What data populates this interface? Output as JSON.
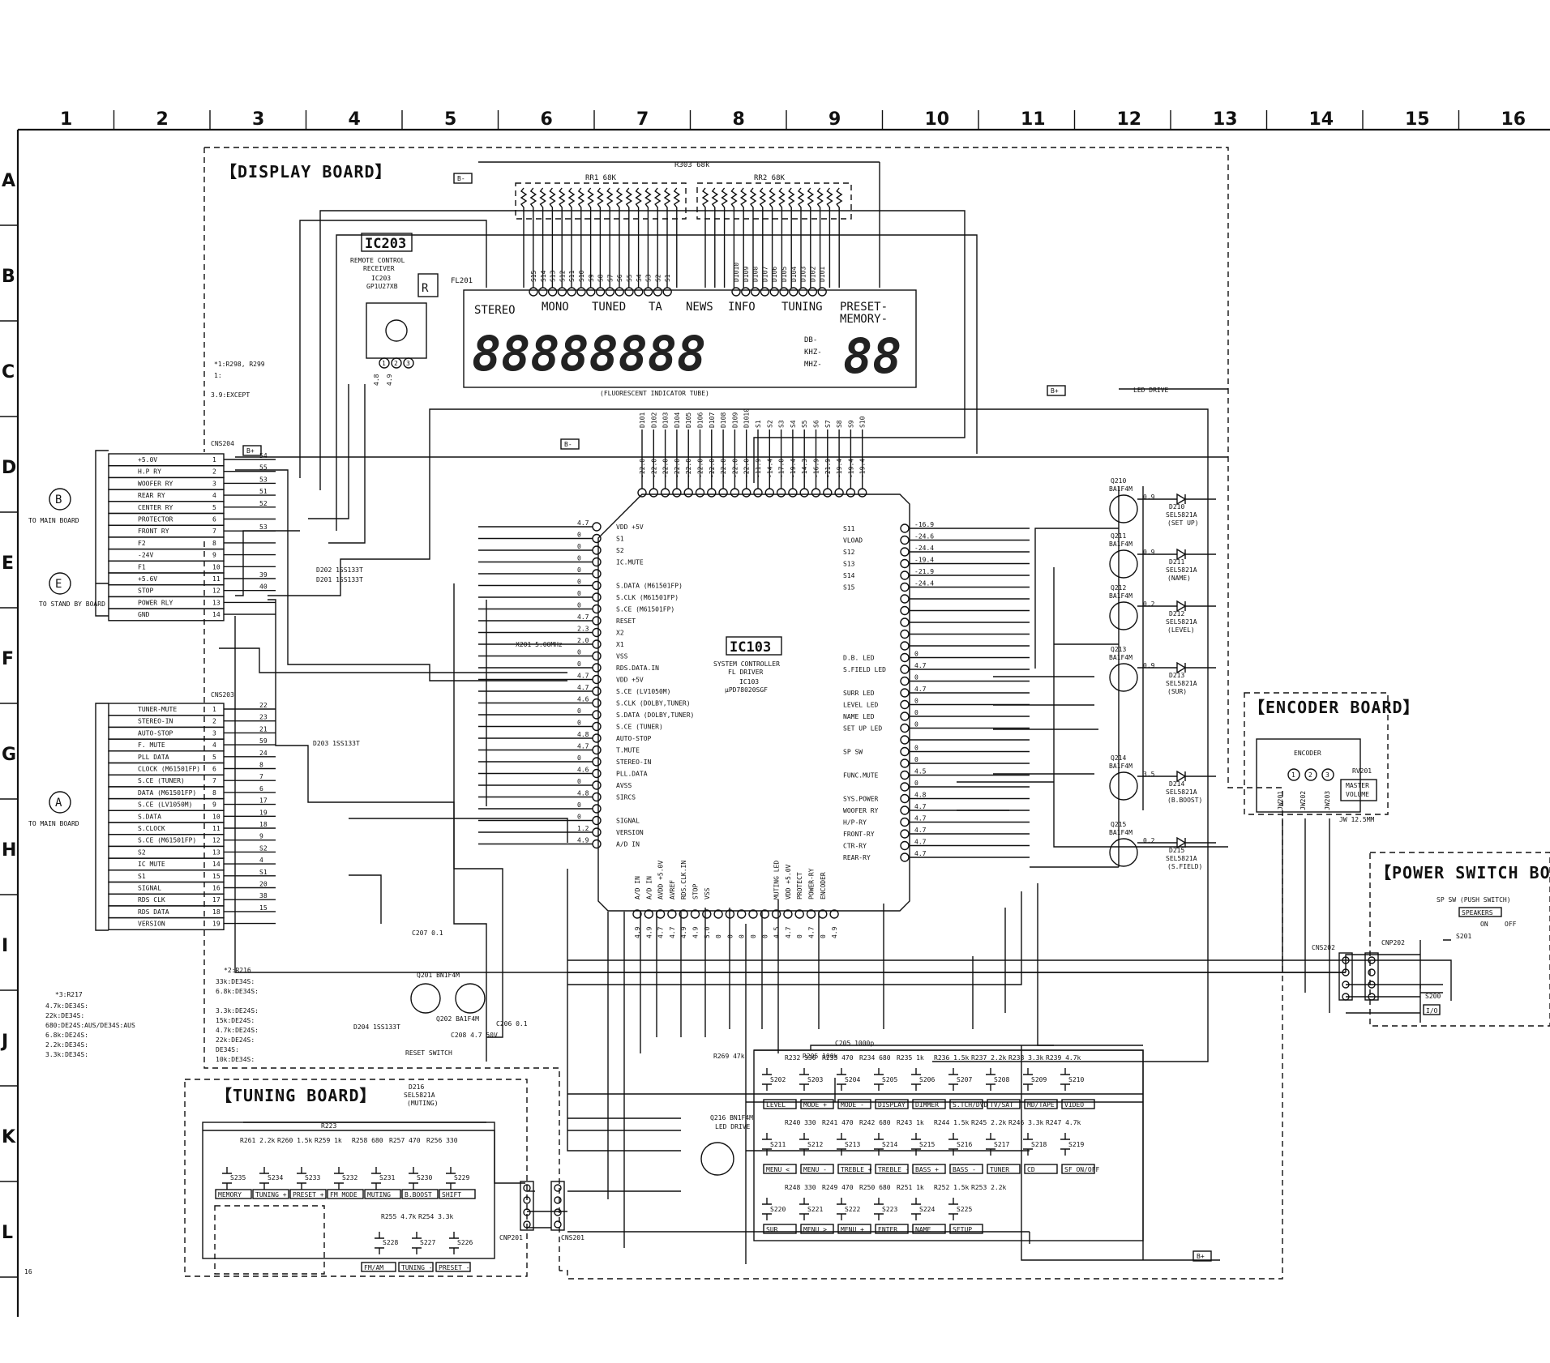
{
  "ruler": {
    "columns": [
      "1",
      "2",
      "3",
      "4",
      "5",
      "6",
      "7",
      "8",
      "9",
      "10",
      "11",
      "12",
      "13",
      "14",
      "15",
      "16"
    ],
    "rows": [
      "A",
      "B",
      "C",
      "D",
      "E",
      "F",
      "G",
      "H",
      "I",
      "J",
      "K",
      "L"
    ]
  },
  "boards": {
    "display": "【DISPLAY BOARD】",
    "tuning": "【TUNING BOARD】",
    "encoder": "【ENCODER BOARD】",
    "power": "【POWER SWITCH BOARD】"
  },
  "ic203": {
    "name": "IC203",
    "desc1": "REMOTE CONTROL",
    "desc2": "RECEIVER",
    "part_ref": "IC203",
    "part": "GP1U27XB",
    "pins": [
      "1",
      "2",
      "3"
    ],
    "volts": [
      "4.8",
      "4.9"
    ]
  },
  "ic103": {
    "name": "IC103",
    "desc1": "SYSTEM CONTROLLER",
    "desc2": "FL DRIVER",
    "part_ref": "IC103",
    "part": "μPD78020SGF"
  },
  "fl_tube": {
    "ref": "FL201",
    "caption": "(FLUORESCENT INDICATOR TUBE)",
    "labels": [
      "STEREO",
      "MONO",
      "TUNED",
      "TA",
      "NEWS",
      "INFO",
      "TUNING",
      "PRESET-",
      "MEMORY-"
    ],
    "units": [
      "DB-",
      "KHZ-",
      "MHZ-"
    ],
    "digits": "88888888",
    "digits2": "88",
    "grid_pins": [
      "S15",
      "S14",
      "S13",
      "S12",
      "S11",
      "S10",
      "S9",
      "S8",
      "S7",
      "S6",
      "S5",
      "S4",
      "S3",
      "S2",
      "S1"
    ],
    "dig_pins": [
      "D1010",
      "D109",
      "D108",
      "D107",
      "D106",
      "D105",
      "D104",
      "D103",
      "D102",
      "D101"
    ]
  },
  "resistor_arrays": {
    "rr1": "RR1 68K",
    "rr2": "RR2 68K",
    "r303": "R303 68k"
  },
  "notes": {
    "note1_title": "*1:R298, R299",
    "note1_a": "1:",
    "note1_b": "3.9:EXCEPT",
    "note2_title": "*2:R216",
    "note2_lines": [
      "33k:DE34S:",
      "6.8k:DE34S:",
      "",
      "3.3k:DE24S:",
      "15k:DE24S:",
      "4.7k:DE24S:",
      "22k:DE24S:",
      "DE34S:",
      "10k:DE34S:"
    ],
    "note3_title": "*3:R217",
    "note3_lines": [
      "4.7k:DE34S:",
      "22k:DE34S:",
      "680:DE24S:AUS/DE34S:AUS",
      "6.8k:DE24S:",
      "2.2k:DE34S:",
      "3.3k:DE34S:"
    ]
  },
  "cns204": {
    "ref": "CNS204",
    "to_b": "TO MAIN BOARD",
    "to_e": "TO STAND BY BOARD",
    "mark_b": "B",
    "mark_e": "E",
    "pins": [
      "+5.0V",
      "H.P RY",
      "WOOFER RY",
      "REAR RY",
      "CENTER RY",
      "PROTECTOR",
      "FRONT RY",
      "F2",
      "-24V",
      "F1",
      "+5.6V",
      "STOP",
      "POWER RLY",
      "GND"
    ],
    "nums": [
      "1",
      "2",
      "3",
      "4",
      "5",
      "6",
      "7",
      "8",
      "9",
      "10",
      "11",
      "12",
      "13",
      "14"
    ],
    "wires": [
      "54",
      "55",
      "53",
      "51",
      "52",
      "",
      "53",
      "",
      "",
      "",
      "39",
      "40",
      "",
      ""
    ]
  },
  "cns203": {
    "ref": "CNS203",
    "to_a": "TO MAIN BOARD",
    "mark_a": "A",
    "pins": [
      "TUNER-MUTE",
      "STEREO-IN",
      "AUTO-STOP",
      "F. MUTE",
      "PLL DATA",
      "CLOCK (M61501FP)",
      "S.CE (TUNER)",
      "DATA (M61501FP)",
      "S.CE (LV1050M)",
      "S.DATA",
      "S.CLOCK",
      "S.CE (M61501FP)",
      "S2",
      "IC MUTE",
      "S1",
      "SIGNAL",
      "RDS CLK",
      "RDS DATA",
      "VERSION"
    ],
    "nums": [
      "1",
      "2",
      "3",
      "4",
      "5",
      "6",
      "7",
      "8",
      "9",
      "10",
      "11",
      "12",
      "13",
      "14",
      "15",
      "16",
      "17",
      "18",
      "19"
    ],
    "wires": [
      "22",
      "23",
      "21",
      "59",
      "24",
      "8",
      "7",
      "6",
      "17",
      "19",
      "18",
      "9",
      "S2",
      "4",
      "S1",
      "20",
      "38",
      "15",
      ""
    ]
  },
  "ic103_left": {
    "labels": [
      "VDD +5V",
      "S1",
      "S2",
      "IC.MUTE",
      "",
      "S.DATA (M61501FP)",
      "S.CLK (M61501FP)",
      "S.CE (M61501FP)",
      "RESET",
      "X2",
      "X1",
      "VSS",
      "RDS.DATA.IN",
      "VDD +5V",
      "S.CE (LV1050M)",
      "S.CLK (DOLBY,TUNER)",
      "S.DATA (DOLBY,TUNER)",
      "S.CE (TUNER)",
      "AUTO-STOP",
      "T.MUTE",
      "STEREO-IN",
      "PLL.DATA",
      "AVSS",
      "SIRCS",
      "",
      "SIGNAL",
      "VERSION",
      "A/D IN"
    ],
    "volts": [
      "4.7",
      "0",
      "0",
      "0",
      "0",
      "0",
      "0",
      "0",
      "4.7",
      "2.3",
      "2.0",
      "0",
      "0",
      "4.7",
      "4.7",
      "4.6",
      "0",
      "0",
      "4.8",
      "4.7",
      "0",
      "4.6",
      "0",
      "4.8",
      "0",
      "0",
      "1.2",
      "4.9"
    ]
  },
  "ic103_right": {
    "labels": [
      "S11",
      "VLOAD",
      "S12",
      "S13",
      "S14",
      "S15",
      "",
      "",
      "",
      "",
      "",
      "D.B. LED",
      "S.FIELD LED",
      "",
      "SURR LED",
      "LEVEL LED",
      "NAME LED",
      "SET UP LED",
      "",
      "SP SW",
      "",
      "FUNC.MUTE",
      "",
      "SYS.POWER",
      "WOOFER RY",
      "H/P-RY",
      "FRONT-RY",
      "CTR-RY",
      "REAR-RY"
    ],
    "volts": [
      "-16.9",
      "-24.6",
      "-24.4",
      "-19.4",
      "-21.9",
      "-24.4",
      "",
      "",
      "",
      "",
      "",
      "0",
      "4.7",
      "0",
      "4.7",
      "0",
      "0",
      "0",
      "",
      "0",
      "0",
      "4.5",
      "0",
      "4.8",
      "4.7",
      "4.7",
      "4.7",
      "4.7",
      "4.7"
    ]
  },
  "ic103_top": {
    "labels": [
      "D101",
      "D102",
      "D103",
      "D104",
      "D105",
      "D106",
      "D107",
      "D108",
      "D109",
      "D1010",
      "S1",
      "S2",
      "S3",
      "S4",
      "S5",
      "S6",
      "S7",
      "S8",
      "S9",
      "S10"
    ],
    "volts": [
      "-22.0",
      "-22.0",
      "-22.0",
      "-22.0",
      "-22.0",
      "-22.0",
      "-22.0",
      "-22.0",
      "-22.0",
      "-22.0",
      "-11.9",
      "-14.4",
      "-17.0",
      "-19.4",
      "-14.3",
      "-16.9",
      "-21.9",
      "-19.4",
      "-19.4",
      "-19.4"
    ]
  },
  "ic103_bottom": {
    "labels": [
      "A/D IN",
      "A/D IN",
      "AVDD +5.0V",
      "AVREF",
      "RDS.CLK.IN",
      "STOP",
      "VSS",
      "",
      "",
      "",
      "",
      "",
      "MUTING LED",
      "VDD +5.0V",
      "PROTECT",
      "POWER-RY",
      "ENCODER",
      ""
    ],
    "volts": [
      "4.9",
      "4.9",
      "4.7",
      "4.7",
      "4.9",
      "4.9",
      "5.0",
      "0",
      "0",
      "0",
      "0",
      "0",
      "4.5",
      "4.7",
      "0",
      "4.7",
      "0",
      "4.9"
    ]
  },
  "leds": [
    {
      "q": "Q210",
      "qt": "BA1F4M",
      "d": "D210",
      "dt": "SEL5821A",
      "fn": "(SET UP)",
      "v": "0.9"
    },
    {
      "q": "Q211",
      "qt": "BA1F4M",
      "d": "D211",
      "dt": "SEL5821A",
      "fn": "(NAME)",
      "v": "0.9"
    },
    {
      "q": "Q212",
      "qt": "BA1F4M",
      "d": "D212",
      "dt": "SEL5821A",
      "fn": "(LEVEL)",
      "v": "0.2"
    },
    {
      "q": "Q213",
      "qt": "BA1F4M",
      "d": "D213",
      "dt": "SEL5821A",
      "fn": "(SUR)",
      "v": "0.9"
    },
    {
      "q": "Q214",
      "qt": "BA1F4M",
      "d": "D214",
      "dt": "SEL5821A",
      "fn": "(B.BOOST)",
      "v": "3.5"
    },
    {
      "q": "Q215",
      "qt": "BA1F4M",
      "d": "D215",
      "dt": "SEL5821A",
      "fn": "(S.FIELD)",
      "v": "0.2"
    }
  ],
  "encoder": {
    "label": "ENCODER",
    "rv": "RV201",
    "master1": "MASTER",
    "master2": "VOLUME",
    "jw": [
      "JW201",
      "JW202",
      "JW203"
    ],
    "jw_note": "JW 12.5MM",
    "pins": [
      "1",
      "2",
      "3"
    ]
  },
  "power_switch": {
    "sp": "SP SW (PUSH SWITCH)",
    "speakers": "SPEAKERS",
    "on": "ON",
    "off": "OFF",
    "s201": "S201",
    "s200": "S200",
    "pw": "I/O",
    "cnp": "CNP202",
    "cns": "CNS202"
  },
  "switches": {
    "row1": [
      "S202",
      "S203",
      "S204",
      "S205",
      "S206",
      "S207",
      "S208",
      "S209",
      "S210"
    ],
    "row1_lbl": [
      "LEVEL",
      "MODE +",
      "MODE -",
      "DISPLAY",
      "DIMMER",
      "S.TCH/DVD",
      "TV/SAT",
      "MD/TAPE",
      "VIDEO"
    ],
    "row1_r": [
      "R232 330",
      "R233 470",
      "R234 680",
      "R235 1k",
      "R236 1.5k",
      "R237 2.2k",
      "R238 3.3k",
      "R239 4.7k"
    ],
    "row2": [
      "S211",
      "S212",
      "S213",
      "S214",
      "S215",
      "S216",
      "S217",
      "S218",
      "S219"
    ],
    "row2_lbl": [
      "MENU <",
      "MENU -",
      "TREBLE +",
      "TREBLE -",
      "BASS +",
      "BASS -",
      "TUNER",
      "CD",
      "SF ON/OFF"
    ],
    "row2_r": [
      "R240 330",
      "R241 470",
      "R242 680",
      "R243 1k",
      "R244 1.5k",
      "R245 2.2k",
      "R246 3.3k",
      "R247 4.7k"
    ],
    "row3": [
      "S220",
      "S221",
      "S222",
      "S223",
      "S224",
      "S225"
    ],
    "row3_lbl": [
      "SUR",
      "MENU >",
      "MENU +",
      "ENTER",
      "NAME",
      "SETUP"
    ],
    "row3_r": [
      "R248 330",
      "R249 470",
      "R250 680",
      "R251 1k",
      "R252 1.5k",
      "R253 2.2k"
    ]
  },
  "tuning_sw": {
    "row1": [
      "S235",
      "S234",
      "S233",
      "S232",
      "S231",
      "S230",
      "S229"
    ],
    "row1_lbl": [
      "MEMORY",
      "TUNING +",
      "PRESET +",
      "FM MODE",
      "MUTING",
      "B.BOOST",
      "SHIFT"
    ],
    "row1_r": [
      "R261 2.2k",
      "R260 1.5k",
      "R259 1k",
      "R258 680",
      "R257 470",
      "R256 330"
    ],
    "row2": [
      "S228",
      "S227",
      "S226"
    ],
    "row2_lbl": [
      "FM/AM",
      "TUNING -",
      "PRESET -"
    ],
    "row2_r": [
      "R255 4.7k",
      "R254 3.3k"
    ],
    "d216": "D216",
    "d216t": "SEL5821A",
    "d216f": "(MUTING)",
    "r223": "R223",
    "cnp201": "CNP201",
    "cns201": "CNS201"
  },
  "misc": {
    "leddrive": "LED DRIVE",
    "reset_sw": "RESET SWITCH",
    "q201": "Q201 BN1F4M",
    "q202": "Q202 BA1F4M",
    "d204": "D204 1SS133T",
    "q216": "Q216 BN1F4M",
    "q216t": "LED DRIVE",
    "d201": "D201 1SS133T",
    "d202": "D202 1SS133T",
    "d203": "D203 1SS133T",
    "x201": "X201 5.00MHz",
    "c205": "C205 1000p",
    "r269": "R269 47k",
    "r205": "R205 100k",
    "c207": "C207 0.1",
    "c206": "C206 0.1",
    "c208": "C208 4.7 50V",
    "page": "16",
    "bplus": "B+",
    "bminus": "B-"
  }
}
